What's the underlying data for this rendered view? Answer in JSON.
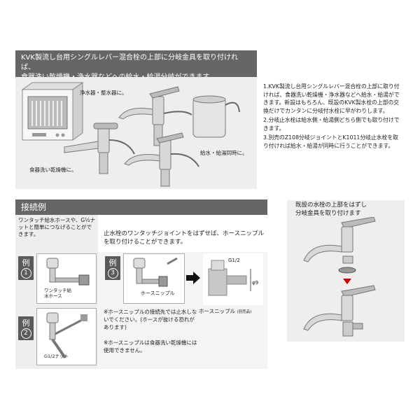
{
  "top_banner": {
    "line1": "KVK製流し台用シングルレバー混合栓の上部に分岐金具を取り付ければ、",
    "line2": "食器洗い乾燥機・浄水器などへの給水・給湯分岐ができます。"
  },
  "top_illustration": {
    "label_purifier": "浄水器・整水器に。",
    "label_hot_cold": "給水・給湯同時に。",
    "label_dishwasher": "食器洗い乾燥機に。"
  },
  "features": [
    "1.KVK製流し台用シングルレバー混合栓の上部に取り付ければ、食器洗い乾燥機・浄水器などへ給水・給湯ができます。新設はもちろん、既設のKVK製水栓の上部の交換だけでカンタンに分岐付水栓に早がわりします。",
    "2.分岐止水栓は給水側・給湯側どちら側でも取り付けできます。",
    "3.別売のZ108分岐ジョイントとK1011分岐止水栓を取り付ければ給水・給湯が同時に行うことができます。"
  ],
  "connection": {
    "title": "接続例",
    "ex1_note": "ワンタッチ給水ホースや、G½ナットと簡単につなげることができます。",
    "ex3_note": "止水栓のワンタッチジョイントをはずせば、ホースニップルを取り付けることができます。",
    "ex_char": "例",
    "ex1_num": "1",
    "ex2_num": "2",
    "ex3_num": "3",
    "ex1_label": "ワンタッチ給水ホース",
    "ex2_label": "G1/2ナット",
    "ex3_label": "ホースニップル",
    "g_label": "G1/2",
    "phi_label": "φ9",
    "nipple_label": "ホースニップル",
    "nipple_sub": "(別売品)",
    "note1": "※ホースニップルの接続先では止水しないでください。(ホースが抜ける恐れがあります)",
    "note2": "※ホースニップルは食器洗い乾燥機には使用できません。"
  },
  "right_panel": {
    "line1": "既設の水栓の上部をはずし",
    "line2": "分岐金具を取り付けます"
  },
  "colors": {
    "banner": "#666666",
    "panel": "#eeeeee",
    "arrow": "#cc0000"
  }
}
